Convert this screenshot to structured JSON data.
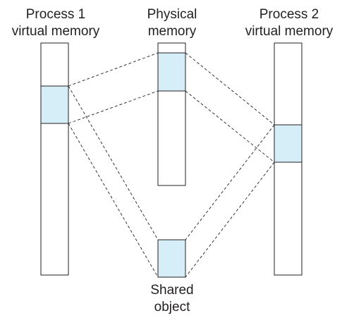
{
  "labels": {
    "process1_line1": "Process 1",
    "process1_line2": "virtual memory",
    "physical_line1": "Physical",
    "physical_line2": "memory",
    "process2_line1": "Process 2",
    "process2_line2": "virtual memory",
    "shared_line1": "Shared",
    "shared_line2": "object"
  },
  "colors": {
    "region_fill": "#d6eef8",
    "stroke": "#231f20"
  }
}
